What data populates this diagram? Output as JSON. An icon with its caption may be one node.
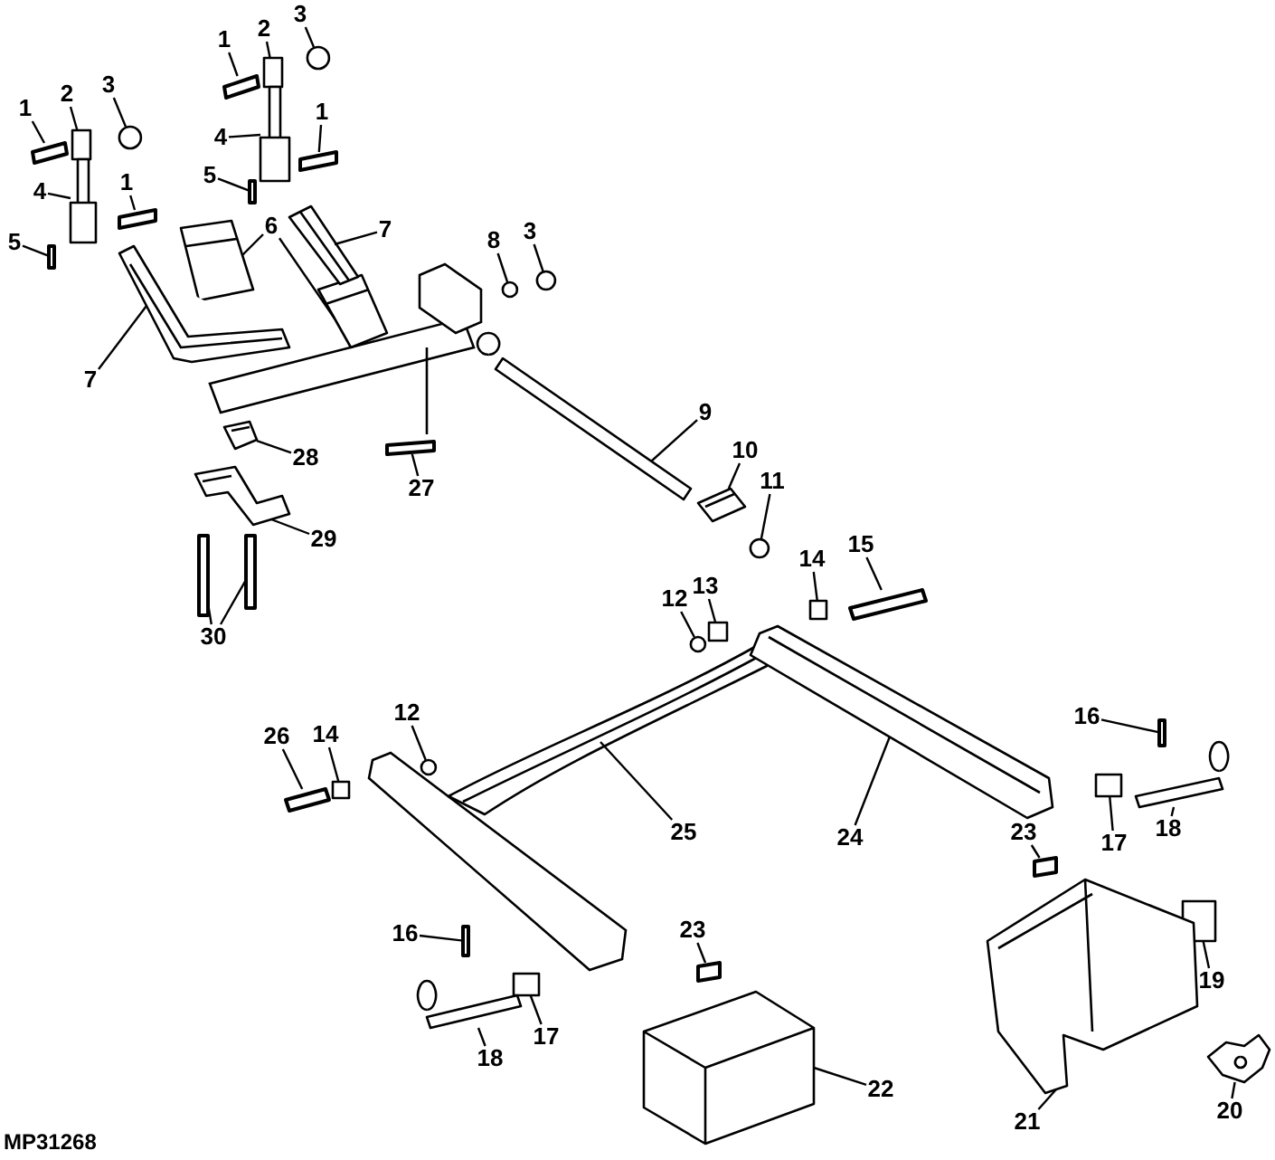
{
  "diagram": {
    "nodes": [
      {
        "text": [
          "1"
        ]
      },
      {
        "text": [
          "2"
        ]
      },
      {
        "text": [
          "3"
        ]
      },
      {
        "text": [
          "4"
        ]
      },
      {
        "text": [
          "1"
        ]
      },
      {
        "text": [
          "5"
        ]
      },
      {
        "text": [
          "1"
        ]
      },
      {
        "text": [
          "2"
        ]
      },
      {
        "text": [
          "3"
        ]
      },
      {
        "text": [
          "4"
        ]
      },
      {
        "text": [
          "1"
        ]
      },
      {
        "text": [
          "5"
        ]
      },
      {
        "text": [
          "6"
        ]
      },
      {
        "text": [
          "7"
        ]
      },
      {
        "text": [
          "8"
        ]
      },
      {
        "text": [
          "3"
        ]
      },
      {
        "text": [
          "7"
        ]
      },
      {
        "text": [
          "28"
        ]
      },
      {
        "text": [
          "27"
        ]
      },
      {
        "text": [
          "29"
        ]
      },
      {
        "text": [
          "30"
        ]
      },
      {
        "text": [
          "9"
        ]
      },
      {
        "text": [
          "10"
        ]
      },
      {
        "text": [
          "11"
        ]
      },
      {
        "text": [
          "12"
        ]
      },
      {
        "text": [
          "13"
        ]
      },
      {
        "text": [
          "14"
        ]
      },
      {
        "text": [
          "15"
        ]
      },
      {
        "text": [
          "26"
        ]
      },
      {
        "text": [
          "14"
        ]
      },
      {
        "text": [
          "12"
        ]
      },
      {
        "text": [
          "25"
        ]
      },
      {
        "text": [
          "24"
        ]
      },
      {
        "text": [
          "16"
        ]
      },
      {
        "text": [
          "17"
        ]
      },
      {
        "text": [
          "18"
        ]
      },
      {
        "text": [
          "23"
        ]
      },
      {
        "text": [
          "19"
        ]
      },
      {
        "text": [
          "21"
        ]
      },
      {
        "text": [
          "20"
        ]
      },
      {
        "text": [
          "22"
        ]
      },
      {
        "text": [
          "23"
        ]
      },
      {
        "text": [
          "16"
        ]
      },
      {
        "text": [
          "17"
        ]
      },
      {
        "text": [
          "18"
        ]
      },
      {
        "text": [],
        "shape": "bar"
      },
      {
        "text": [],
        "shape": "box"
      },
      {
        "text": [],
        "shape": "circle"
      },
      {
        "text": [],
        "shape": "picture"
      },
      {
        "text": [],
        "shape": "bar"
      },
      {
        "text": [],
        "shape": "bar"
      },
      {
        "text": [],
        "shape": "bar"
      },
      {
        "text": [],
        "shape": "box"
      },
      {
        "text": [],
        "shape": "circle"
      },
      {
        "text": [],
        "shape": "picture"
      },
      {
        "text": [],
        "shape": "bar"
      },
      {
        "text": [],
        "shape": "bar"
      },
      {
        "text": [],
        "shape": "picture"
      },
      {
        "text": [],
        "shape": "picture"
      },
      {
        "text": [],
        "shape": "picture"
      },
      {
        "text": [],
        "shape": "circle"
      },
      {
        "text": [],
        "shape": "circle"
      },
      {
        "text": [],
        "shape": "picture"
      },
      {
        "text": [],
        "shape": "picture"
      },
      {
        "text": [],
        "shape": "bar"
      },
      {
        "text": [],
        "shape": "picture"
      },
      {
        "text": [],
        "shape": "bar"
      },
      {
        "text": [],
        "shape": "bar"
      },
      {
        "text": [],
        "shape": "picture"
      },
      {
        "text": [],
        "shape": "picture"
      },
      {
        "text": [],
        "shape": "circle"
      },
      {
        "text": [],
        "shape": "circle"
      },
      {
        "text": [],
        "shape": "box"
      },
      {
        "text": [],
        "shape": "box"
      },
      {
        "text": [],
        "shape": "bar"
      },
      {
        "text": [],
        "shape": "bar"
      },
      {
        "text": [],
        "shape": "box"
      },
      {
        "text": [],
        "shape": "circle"
      },
      {
        "text": [],
        "shape": "picture"
      },
      {
        "text": [],
        "shape": "picture"
      },
      {
        "text": [],
        "shape": "bar"
      },
      {
        "text": [],
        "shape": "box"
      },
      {
        "text": [],
        "shape": "picture"
      },
      {
        "text": [],
        "shape": "bar"
      },
      {
        "text": [],
        "shape": "box"
      },
      {
        "text": [],
        "shape": "picture"
      },
      {
        "text": [],
        "shape": "picture"
      },
      {
        "text": [],
        "shape": "picture"
      },
      {
        "text": [],
        "shape": "bar"
      },
      {
        "text": [],
        "shape": "bar"
      },
      {
        "text": [],
        "shape": "box"
      },
      {
        "text": [],
        "shape": "picture"
      }
    ],
    "edges": [
      {
        "from": 0,
        "to": 45,
        "arrow": "none"
      },
      {
        "from": 1,
        "to": 46,
        "arrow": "none"
      },
      {
        "from": 2,
        "to": 47,
        "arrow": "none"
      },
      {
        "from": 3,
        "to": 48,
        "arrow": "none"
      },
      {
        "from": 4,
        "to": 49,
        "arrow": "none"
      },
      {
        "from": 5,
        "to": 50,
        "arrow": "none"
      },
      {
        "from": 6,
        "to": 51,
        "arrow": "none"
      },
      {
        "from": 7,
        "to": 52,
        "arrow": "none"
      },
      {
        "from": 8,
        "to": 53,
        "arrow": "none"
      },
      {
        "from": 9,
        "to": 54,
        "arrow": "none"
      },
      {
        "from": 10,
        "to": 55,
        "arrow": "none"
      },
      {
        "from": 11,
        "to": 56,
        "arrow": "none"
      },
      {
        "from": 12,
        "to": 57,
        "arrow": "none"
      },
      {
        "from": 12,
        "to": 58,
        "arrow": "none"
      },
      {
        "from": 13,
        "to": 59,
        "arrow": "none"
      },
      {
        "from": 14,
        "to": 60,
        "arrow": "none"
      },
      {
        "from": 15,
        "to": 61,
        "arrow": "none"
      },
      {
        "from": 16,
        "to": 62,
        "arrow": "none"
      },
      {
        "from": 17,
        "to": 63,
        "arrow": "none"
      },
      {
        "from": 18,
        "to": 64,
        "arrow": "none"
      },
      {
        "from": 19,
        "to": 65,
        "arrow": "none"
      },
      {
        "from": 20,
        "to": 66,
        "arrow": "none"
      },
      {
        "from": 20,
        "to": 67,
        "arrow": "none"
      },
      {
        "from": 21,
        "to": 68,
        "arrow": "none"
      },
      {
        "from": 22,
        "to": 69,
        "arrow": "none"
      },
      {
        "from": 23,
        "to": 70,
        "arrow": "none"
      },
      {
        "from": 24,
        "to": 71,
        "arrow": "none"
      },
      {
        "from": 25,
        "to": 72,
        "arrow": "none"
      },
      {
        "from": 26,
        "to": 73,
        "arrow": "none"
      },
      {
        "from": 27,
        "to": 74,
        "arrow": "none"
      },
      {
        "from": 28,
        "to": 75,
        "arrow": "none"
      },
      {
        "from": 29,
        "to": 76,
        "arrow": "none"
      },
      {
        "from": 30,
        "to": 77,
        "arrow": "none"
      },
      {
        "from": 31,
        "to": 78,
        "arrow": "none"
      },
      {
        "from": 32,
        "to": 79,
        "arrow": "none"
      },
      {
        "from": 33,
        "to": 80,
        "arrow": "none"
      },
      {
        "from": 34,
        "to": 81,
        "arrow": "none"
      },
      {
        "from": 35,
        "to": 82,
        "arrow": "none"
      },
      {
        "from": 36,
        "to": 83,
        "arrow": "none"
      },
      {
        "from": 37,
        "to": 84,
        "arrow": "none"
      },
      {
        "from": 38,
        "to": 85,
        "arrow": "none"
      },
      {
        "from": 39,
        "to": 86,
        "arrow": "none"
      },
      {
        "from": 40,
        "to": 87,
        "arrow": "none"
      },
      {
        "from": 41,
        "to": 88,
        "arrow": "none"
      },
      {
        "from": 42,
        "to": 89,
        "arrow": "none"
      },
      {
        "from": 43,
        "to": 90,
        "arrow": "none"
      },
      {
        "from": 44,
        "to": 91,
        "arrow": "none"
      }
    ],
    "labels": [
      "MP31268"
    ]
  }
}
